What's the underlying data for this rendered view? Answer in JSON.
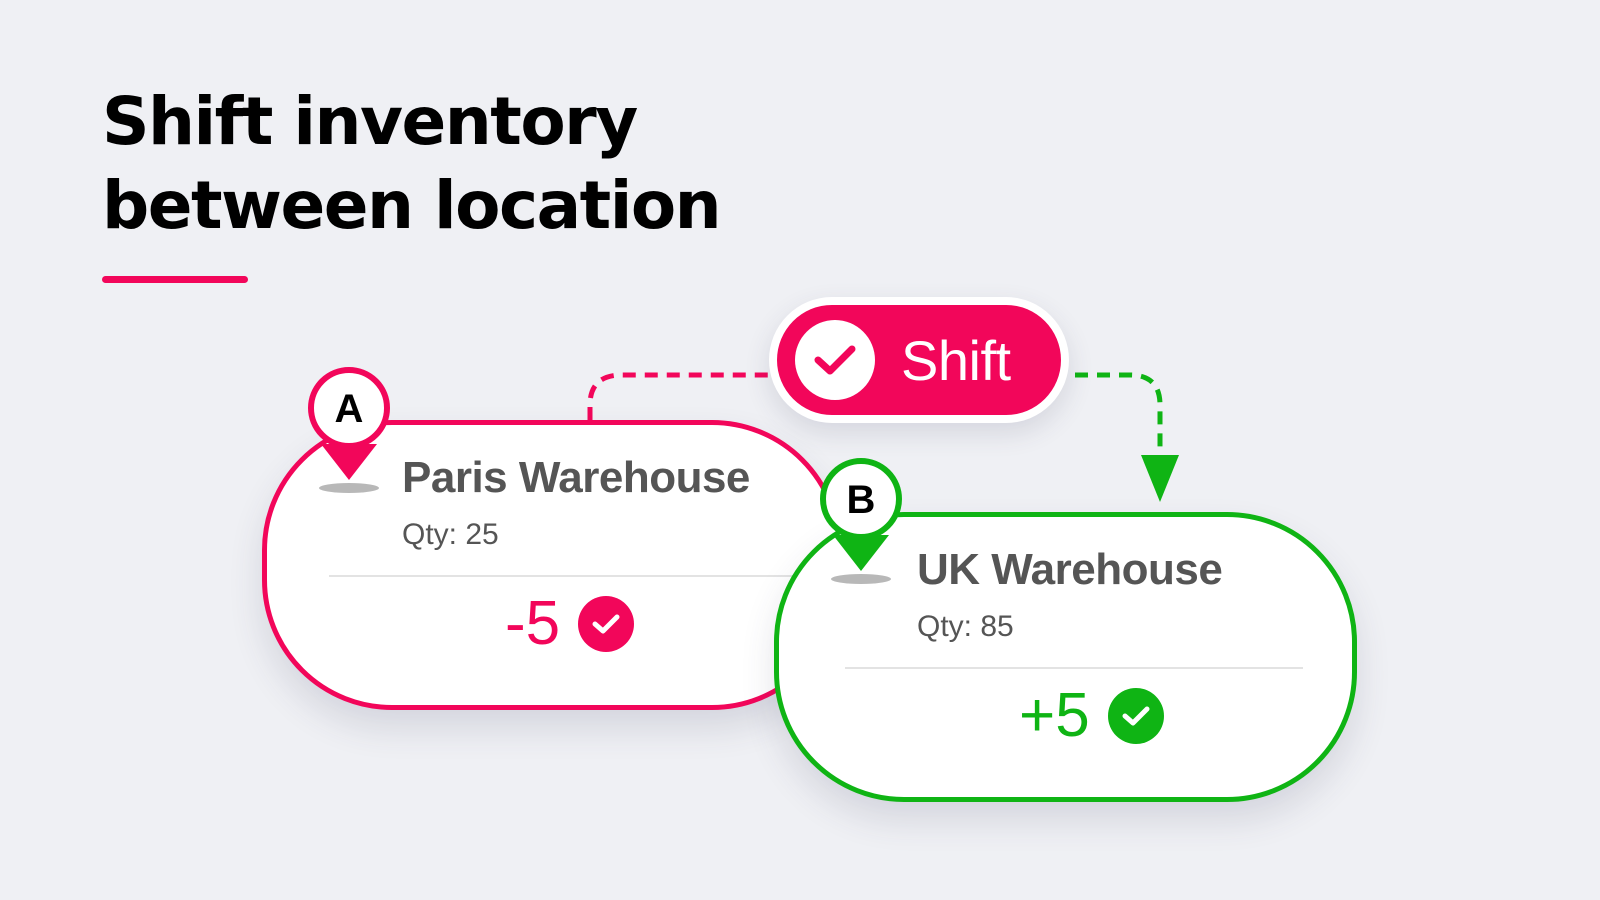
{
  "headline": {
    "line1": "Shift inventory",
    "line2": "between location"
  },
  "colors": {
    "source_accent": "#f2065a",
    "target_accent": "#0fb414",
    "background": "#eff0f4",
    "text_muted": "#555555"
  },
  "shift_button": {
    "label": "Shift",
    "icon": "check-circle-icon"
  },
  "locations": [
    {
      "marker": "A",
      "name": "Paris Warehouse",
      "qty": "Qty: 25",
      "delta": "-5",
      "status_icon": "check-circle-icon"
    },
    {
      "marker": "B",
      "name": "UK Warehouse",
      "qty": "Qty: 85",
      "delta": "+5",
      "status_icon": "check-circle-icon"
    }
  ]
}
